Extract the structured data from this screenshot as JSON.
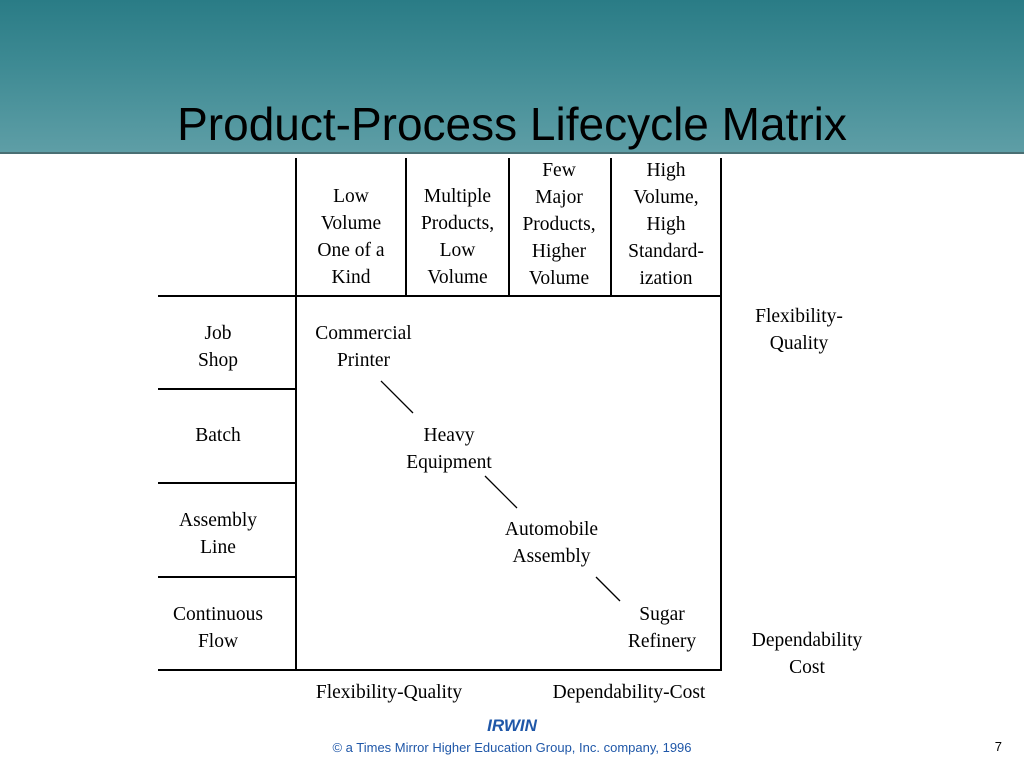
{
  "slide": {
    "title": "Product-Process Lifecycle Matrix",
    "page_number": "7"
  },
  "matrix": {
    "columns": [
      "Low\nVolume\nOne of a\nKind",
      "Multiple\nProducts,\nLow\nVolume",
      "Few\nMajor\nProducts,\nHigher\nVolume",
      "High\nVolume,\nHigh\nStandard-\nization"
    ],
    "rows": [
      "Job\nShop",
      "Batch",
      "Assembly\nLine",
      "Continuous\nFlow"
    ],
    "examples": [
      "Commercial\nPrinter",
      "Heavy\nEquipment",
      "Automobile\nAssembly",
      "Sugar\nRefinery"
    ],
    "right_labels": {
      "top": "Flexibility-\nQuality",
      "bottom": "Dependability\nCost"
    },
    "bottom_labels": {
      "left": "Flexibility-Quality",
      "right": "Dependability-Cost"
    }
  },
  "footer": {
    "brand": "IRWIN",
    "copyright": "© a Times Mirror Higher Education Group, Inc. company, 1996"
  }
}
